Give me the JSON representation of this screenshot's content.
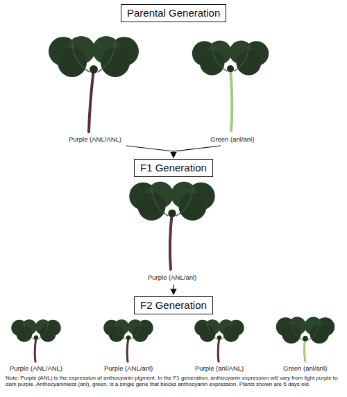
{
  "diagram": {
    "nodes": [
      {
        "text": [
          "Parental Generation"
        ]
      },
      {
        "text": [
          "F1 Generation"
        ]
      },
      {
        "text": [
          "F2 Generation"
        ]
      }
    ],
    "labels": [
      "Purple (ANL/ANL)",
      "Green (anl/anl)",
      "Purple (ANL/anl)",
      "Purple (ANL/ANL)",
      "Purple (ANL/anl)",
      "Purple (anl/ANL)",
      "Green (anl/anl)",
      "Note: Purple (ANL) is the expression of anthocyanin pigment. In the F1 generation, anthocyanin expression will vary from light purple to dark purple. Anthocyaninless (anl), green, is a single gene that blocks anthocyanin expression. Plants shown are 5 days old."
    ]
  }
}
